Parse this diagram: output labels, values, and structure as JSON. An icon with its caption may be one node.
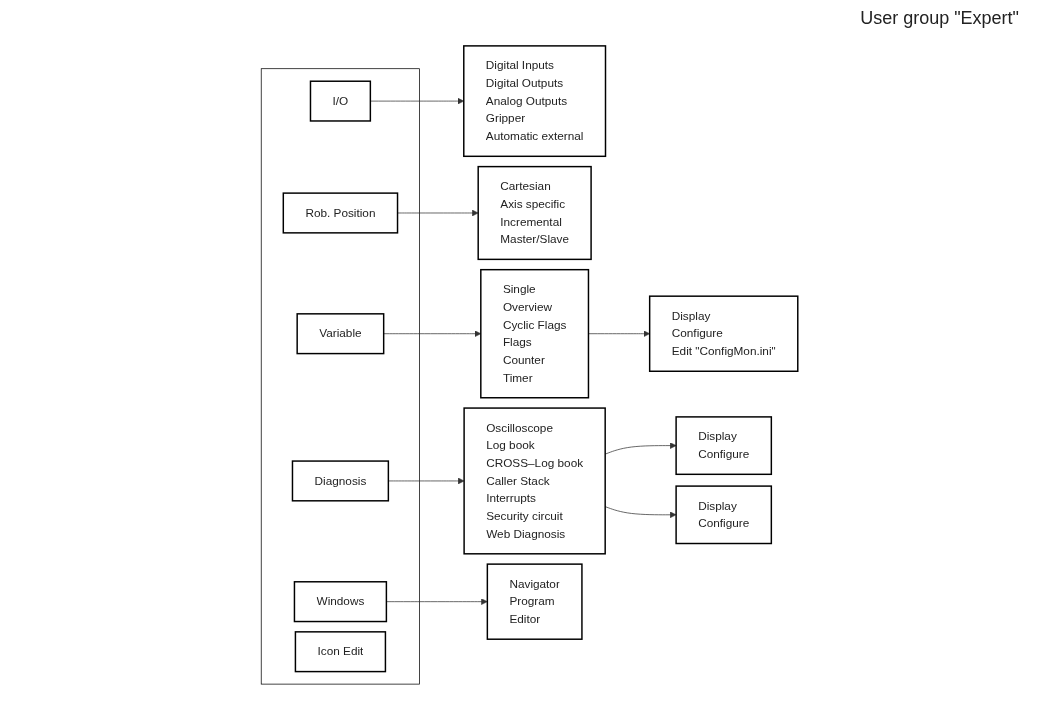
{
  "diagram": {
    "title": "User group \"Expert\"",
    "nodes": [
      {
        "text": [],
        "shape": "box"
      },
      {
        "text": [
          "I/O"
        ],
        "in": 0
      },
      {
        "text": [
          "Rob. Position"
        ],
        "in": 0
      },
      {
        "text": [
          "Variable"
        ],
        "in": 0
      },
      {
        "text": [
          "Diagnosis"
        ],
        "in": 0
      },
      {
        "text": [
          "Windows"
        ],
        "in": 0
      },
      {
        "text": [
          "Icon Edit"
        ],
        "in": 0
      },
      {
        "text": [
          "Digital Inputs",
          "Digital Outputs",
          "Analog Outputs",
          "Gripper",
          "Automatic external"
        ]
      },
      {
        "text": [
          "Cartesian",
          "Axis specific",
          "Incremental",
          "Master/Slave"
        ]
      },
      {
        "text": [
          "Single",
          "Overview",
          "Cyclic Flags",
          "Flags",
          "Counter",
          "Timer"
        ]
      },
      {
        "text": [
          "Display",
          "Configure",
          "Edit \"ConfigMon.ini\""
        ]
      },
      {
        "text": [
          "Oscilloscope",
          "Log book",
          "CROSS–Log book",
          "Caller Stack",
          "Interrupts",
          "Security circuit",
          "Web Diagnosis"
        ]
      },
      {
        "text": [
          "Display",
          "Configure"
        ]
      },
      {
        "text": [
          "Display",
          "Configure"
        ]
      },
      {
        "text": [
          "Navigator",
          "Program",
          "Editor"
        ]
      }
    ],
    "edges": [
      {
        "from": 1,
        "to": 7,
        "arrow": "to"
      },
      {
        "from": 2,
        "to": 8,
        "arrow": "to"
      },
      {
        "from": 3,
        "to": 9,
        "arrow": "to"
      },
      {
        "from": 9,
        "to": 10,
        "arrow": "to"
      },
      {
        "from": 4,
        "to": 11,
        "arrow": "to"
      },
      {
        "from": 11,
        "to": 12,
        "arrow": "to"
      },
      {
        "from": 11,
        "to": 13,
        "arrow": "to"
      },
      {
        "from": 5,
        "to": 14,
        "arrow": "to"
      }
    ]
  }
}
